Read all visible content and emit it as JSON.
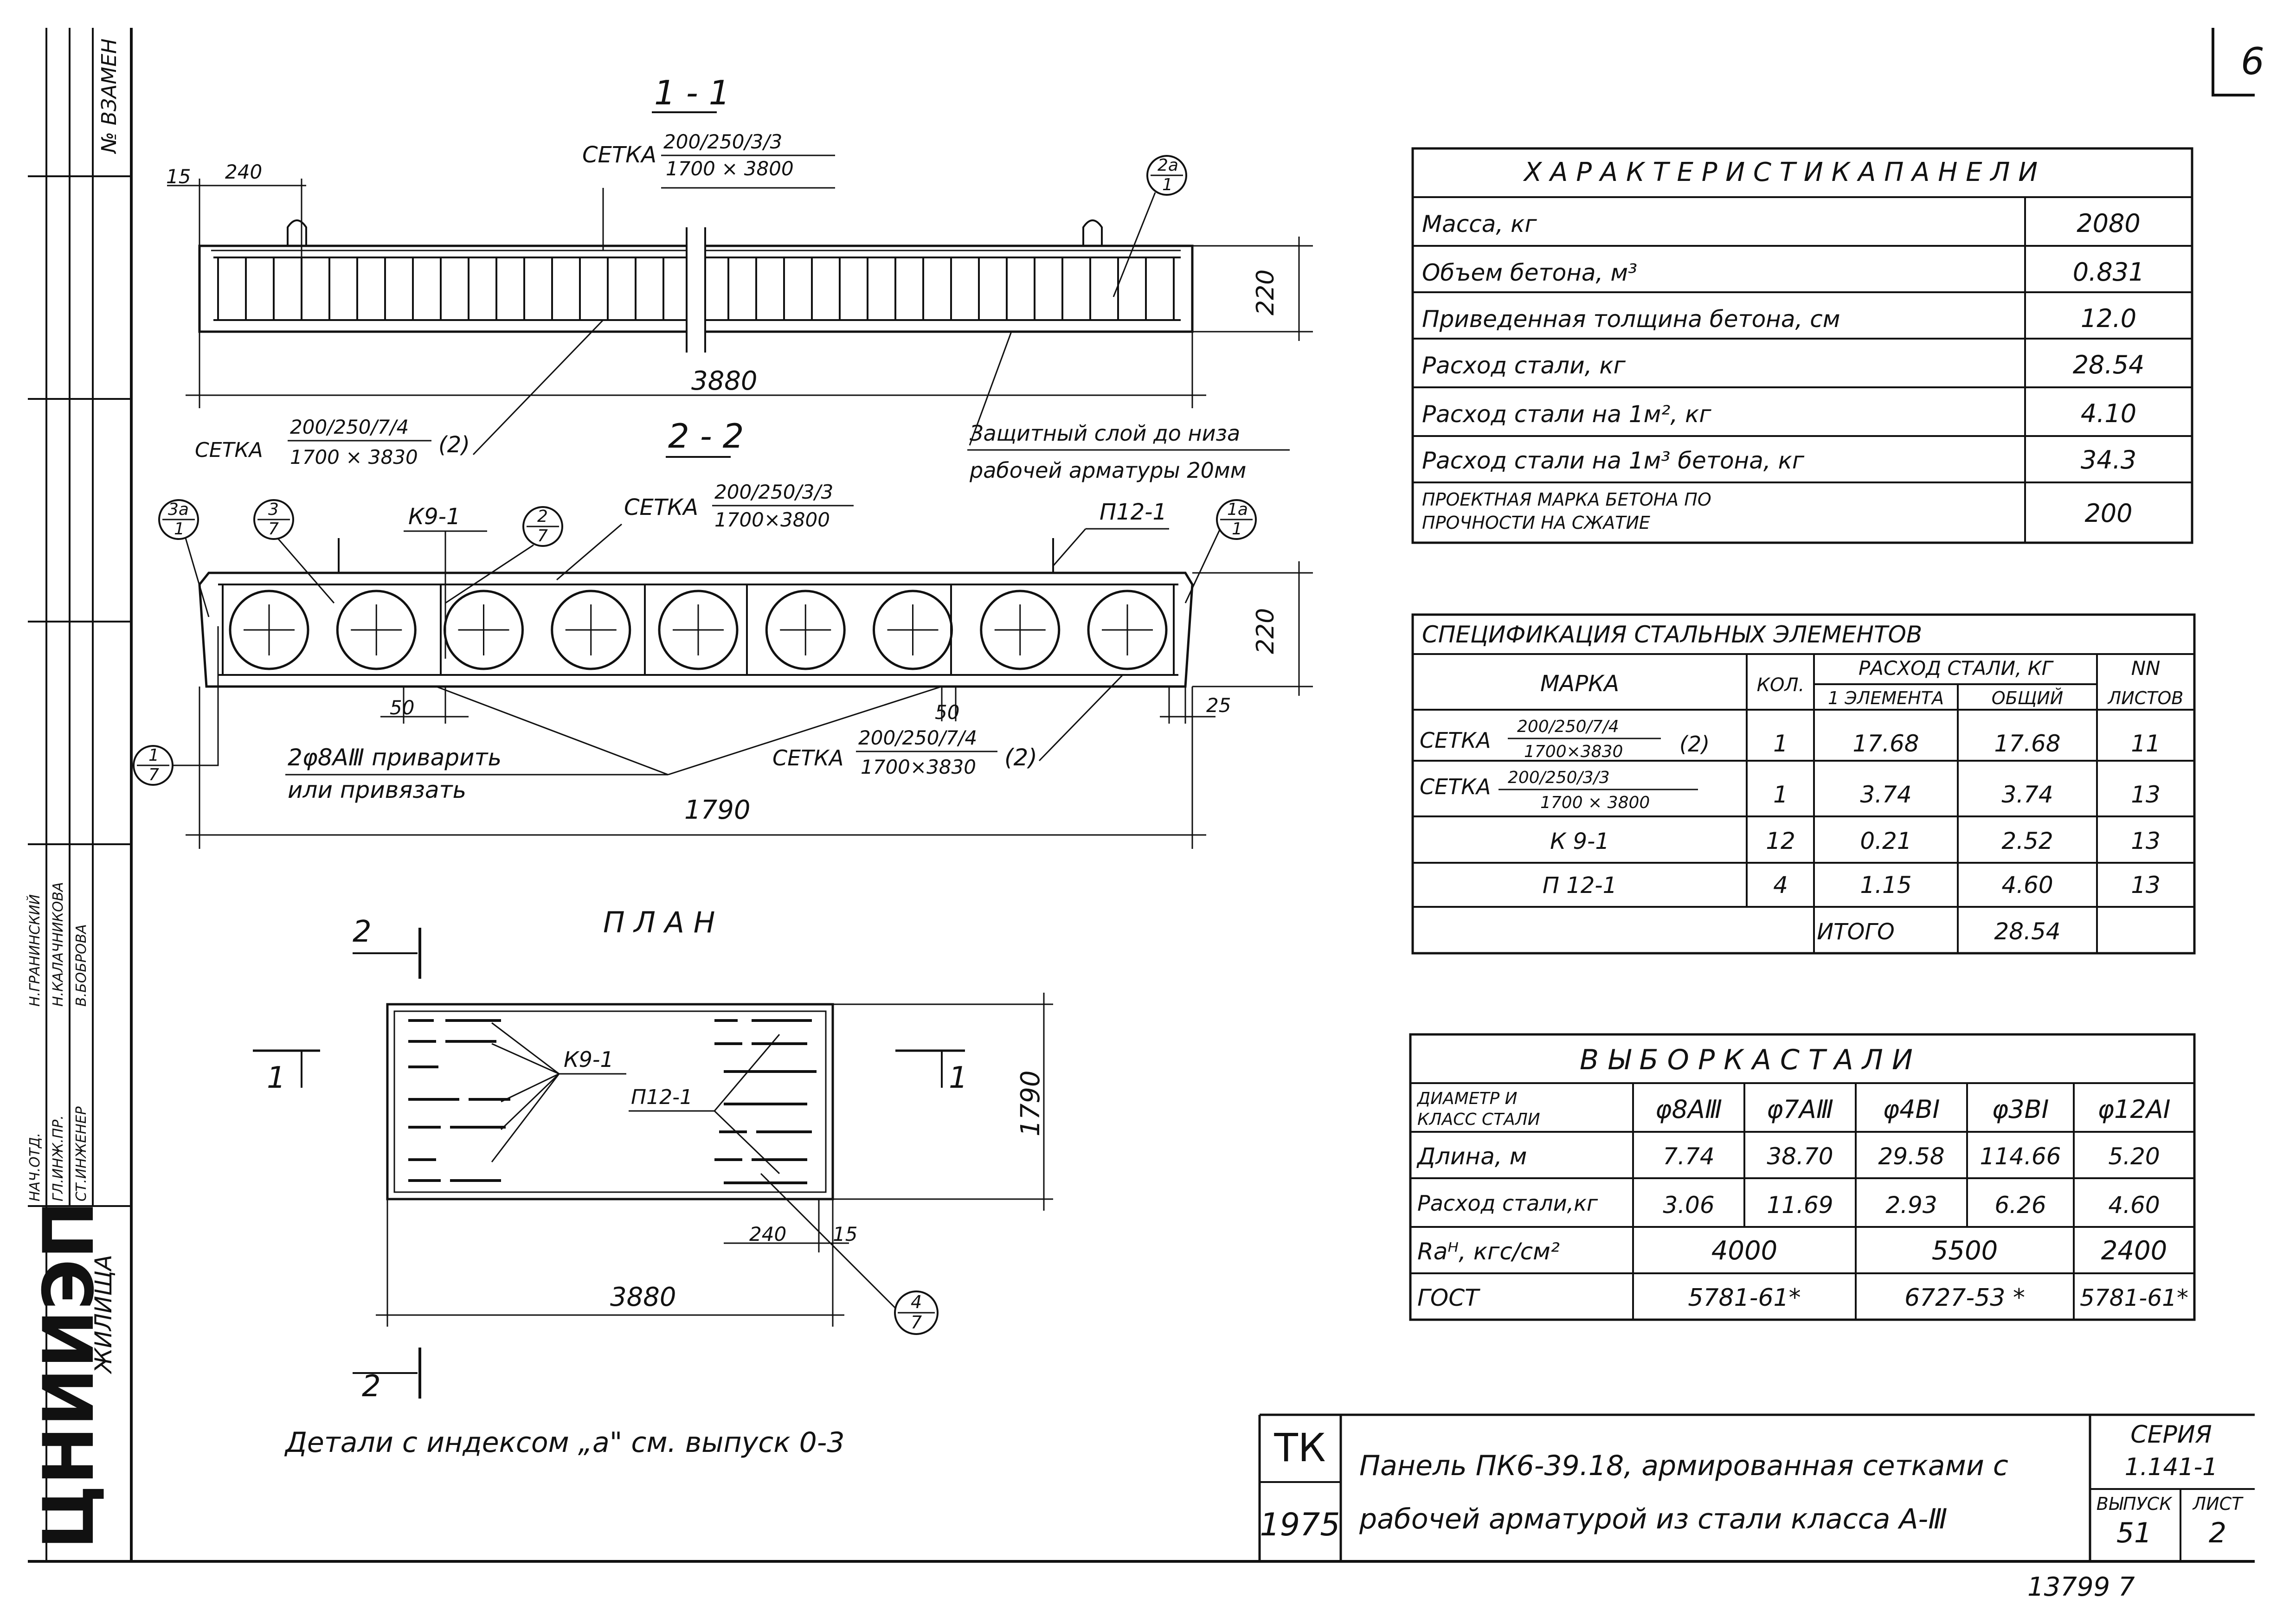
{
  "sheet": {
    "corner_number": "6",
    "side_stamp": {
      "replaces_label": "№ ВЗАМЕН",
      "roles": [
        "НАЧ.ОТД.",
        "ГЛ.ИНЖ.ПР.",
        "СТ.ИНЖЕНЕР"
      ],
      "names": [
        "Н.ГРАНИНСКИЙ",
        "Н.КАЛАЧНИКОВА",
        "В.БОБРОВА"
      ],
      "org_logo": "ЦНИИЭП",
      "org_suffix": "ЖИЛИЩА"
    },
    "archive_number": "13799 7"
  },
  "section_1_1": {
    "title": "1 - 1",
    "mesh_top_label": "СЕТКА",
    "mesh_top_num": "200/250/3/3",
    "mesh_top_den": "1700 × 3800",
    "dim_15": "15",
    "dim_240": "240",
    "callout_2a_num": "2a",
    "callout_2a_den": "1",
    "height": "220",
    "length": "3880",
    "mesh_bottom_label": "СЕТКА",
    "mesh_bottom_num": "200/250/7/4",
    "mesh_bottom_den": "1700 × 3830",
    "mesh_bottom_qty": "(2)",
    "cover_note_line1": "Защитный слой до низа",
    "cover_note_line2": "рабочей арматуры 20мм"
  },
  "section_2_2": {
    "title": "2 - 2",
    "mesh_top_label": "СЕТКА",
    "mesh_top_num": "200/250/3/3",
    "mesh_top_den": "1700×3800",
    "k9_label": "К9-1",
    "p12_label": "П12-1",
    "callouts": [
      {
        "num": "3a",
        "den": "1"
      },
      {
        "num": "3",
        "den": "7"
      },
      {
        "num": "2",
        "den": "7"
      },
      {
        "num": "1a",
        "den": "1"
      },
      {
        "num": "1",
        "den": "7"
      }
    ],
    "height": "220",
    "dim_50_left": "50",
    "dim_50_right": "50",
    "dim_25": "25",
    "note_line1": "2φ8АⅢ приварить",
    "note_line2": "или привязать",
    "mesh_bottom_label": "СЕТКА",
    "mesh_bottom_num": "200/250/7/4",
    "mesh_bottom_den": "1700×3830",
    "mesh_bottom_qty": "(2)",
    "width": "1790",
    "void_count": 9
  },
  "plan": {
    "title": "П Л А Н",
    "k9_label": "К9-1",
    "p12_label": "П12-1",
    "cut_2_top": "2",
    "cut_2_bottom": "2",
    "cut_1_left": "1",
    "cut_1_right": "1",
    "width": "1790",
    "length": "3880",
    "dim_240": "240",
    "dim_15": "15",
    "callout_4_num": "4",
    "callout_4_den": "7"
  },
  "details_note": "Детали с индексом „а\" см. выпуск 0-3",
  "panel_characteristics": {
    "title": "Х А Р А К Т Е Р И С Т И К А     П А Н Е Л И",
    "rows": [
      {
        "label": "Масса, кг",
        "value": "2080"
      },
      {
        "label": "Объем бетона, м³",
        "value": "0.831"
      },
      {
        "label": "Приведенная толщина бетона, см",
        "value": "12.0"
      },
      {
        "label": "Расход стали, кг",
        "value": "28.54"
      },
      {
        "label": "Расход стали на 1м², кг",
        "value": "4.10"
      },
      {
        "label": "Расход стали на 1м³ бетона, кг",
        "value": "34.3"
      }
    ],
    "last_label_line1": "ПРОЕКТНАЯ МАРКА БЕТОНА ПО",
    "last_label_line2": "ПРОЧНОСТИ НА СЖАТИЕ",
    "last_value": "200"
  },
  "steel_spec": {
    "title": "СПЕЦИФИКАЦИЯ СТАЛЬНЫХ ЭЛЕМЕНТОВ",
    "headers": {
      "mark": "МАРКА",
      "qty": "КОЛ.",
      "steel": "РАСХОД СТАЛИ, КГ",
      "per_element": "1 ЭЛЕМЕНТА",
      "total": "ОБЩИЙ",
      "sheets_1": "NN",
      "sheets_2": "ЛИСТОВ"
    },
    "rows": [
      {
        "mark": "СЕТКА",
        "num": "200/250/7/4",
        "den": "1700×3830",
        "suffix": "(2)",
        "qty": "1",
        "per_element": "17.68",
        "total": "17.68",
        "sheet": "11"
      },
      {
        "mark": "СЕТКА",
        "num": "200/250/3/3",
        "den": "1700 × 3800",
        "suffix": "",
        "qty": "1",
        "per_element": "3.74",
        "total": "3.74",
        "sheet": "13"
      },
      {
        "mark": "К 9-1",
        "num": "",
        "den": "",
        "suffix": "",
        "qty": "12",
        "per_element": "0.21",
        "total": "2.52",
        "sheet": "13"
      },
      {
        "mark": "П 12-1",
        "num": "",
        "den": "",
        "suffix": "",
        "qty": "4",
        "per_element": "1.15",
        "total": "4.60",
        "sheet": "13"
      }
    ],
    "total_label": "ИТОГО",
    "total_value": "28.54"
  },
  "steel_selection": {
    "title": "В Ы Б О Р К А     С Т А Л И",
    "header_label_line1": "ДИАМЕТР И",
    "header_label_line2": "КЛАСС СТАЛИ",
    "columns": [
      "φ8АⅢ",
      "φ7АⅢ",
      "φ4ВI",
      "φ3ВI",
      "φ12АI"
    ],
    "length_label": "Длина, м",
    "lengths": [
      "7.74",
      "38.70",
      "29.58",
      "114.66",
      "5.20"
    ],
    "consumption_label": "Расход стали,кг",
    "consumptions": [
      "3.06",
      "11.69",
      "2.93",
      "6.26",
      "4.60"
    ],
    "ra_label": "Raᴴ, кгс/см²",
    "ra_values": [
      "4000",
      "5500",
      "2400"
    ],
    "gost_label": "ГОСТ",
    "gost_values": [
      "5781-61*",
      "6727-53 *",
      "5781-61*"
    ]
  },
  "title_block": {
    "code": "ТК",
    "year": "1975",
    "title_line1": "Панель ПК6-39.18, армированная сетками с",
    "title_line2": "рабочей арматурой из стали класса А-Ⅲ",
    "series_label": "СЕРИЯ",
    "series_value": "1.141-1",
    "issue_label": "ВЫПУСК",
    "issue_value": "51",
    "sheet_label": "ЛИСТ",
    "sheet_value": "2"
  }
}
